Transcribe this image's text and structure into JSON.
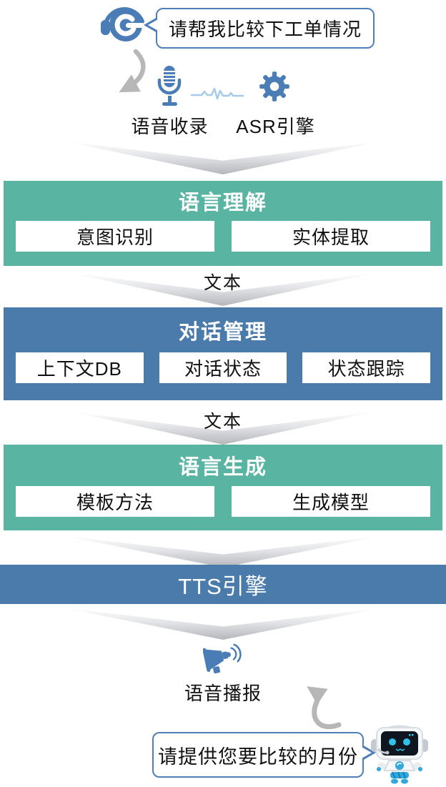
{
  "user_query": {
    "bubble_text": "请帮我比较下工单情况"
  },
  "input_stage": {
    "voice_capture_label": "语音收录",
    "asr_label": "ASR引擎"
  },
  "connector_label": "文本",
  "blocks": {
    "nlu": {
      "title": "语言理解",
      "items": [
        "意图识别",
        "实体提取"
      ]
    },
    "dm": {
      "title": "对话管理",
      "items": [
        "上下文DB",
        "对话状态",
        "状态跟踪"
      ]
    },
    "nlg": {
      "title": "语言生成",
      "items": [
        "模板方法",
        "生成模型"
      ]
    }
  },
  "tts": {
    "label": "TTS引擎"
  },
  "output_stage": {
    "broadcast_label": "语音播报",
    "bot_reply_text": "请提供您要比较的月份"
  },
  "icons": {
    "headset": "headset-agent-icon",
    "microphone": "microphone-icon",
    "waveform": "audio-waveform-icon",
    "gear": "gear-icon",
    "megaphone": "megaphone-icon",
    "robot": "robot-icon",
    "curved_arrows": "hand-drawn-curved-arrow",
    "chevrons": "down-chevron-arrow"
  },
  "colors": {
    "teal_block": "#59B4A1",
    "blue_block": "#4B7BAB",
    "icon_blue": "#4A7DB6",
    "bubble_border": "#4E7FB8",
    "arrow_gray": "#B7B7B7",
    "waveform_blue": "#A6CBE9",
    "robot_cyan": "#2FC1EA"
  }
}
